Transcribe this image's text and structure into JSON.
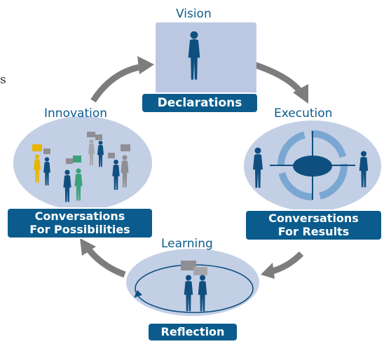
{
  "stray_mark": "s",
  "stages": {
    "vision": {
      "heading": "Vision",
      "label": "Declarations"
    },
    "execution": {
      "heading": "Execution",
      "label_line1": "Conversations",
      "label_line2": "For Results"
    },
    "learning": {
      "heading": "Learning",
      "label": "Reflection"
    },
    "innovation": {
      "heading": "Innovation",
      "label_line1": "Conversations",
      "label_line2": "For Possibilities"
    }
  },
  "colors": {
    "heading": "#0b5c8c",
    "pill": "#0b5c8c",
    "ellipse_fill": "#c3cfe5",
    "card_fill": "#bcc8e2",
    "arrow": "#7d7d7d",
    "figure": "#0f4f80",
    "bubble_yellow": "#e8b500",
    "bubble_green": "#3aa17a",
    "bubble_gray": "#8e8e93"
  },
  "icons": [
    "person-icon",
    "speech-bubble-icon",
    "cycle-arrows-icon",
    "loop-arrow-icon"
  ]
}
